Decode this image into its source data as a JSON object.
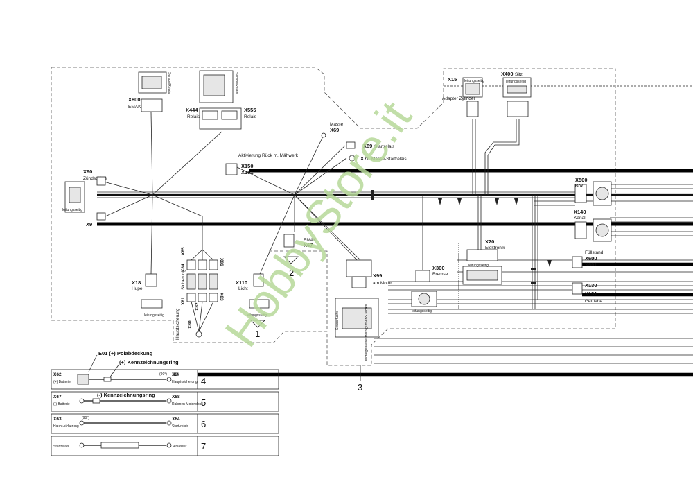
{
  "watermark": "HobbyStore.it",
  "connectors": {
    "x800": {
      "id": "X800",
      "name": "EMAK",
      "tag": "Sensor/Relais"
    },
    "x444": {
      "id": "X444",
      "name": "Relais"
    },
    "x555": {
      "id": "X555",
      "name": "Relais"
    },
    "x90": {
      "id": "X90",
      "name": "Zündschloß",
      "tag": "leitungsseitig"
    },
    "x9": {
      "id": "X9"
    },
    "x69": {
      "id": "X69",
      "name": "Masse"
    },
    "x89": {
      "id": "X89",
      "name": "Startrelais"
    },
    "x70": {
      "id": "X70",
      "name": "Masse-Startrelais"
    },
    "x150": {
      "id": "X150",
      "name": "Aktivierung Rück m. Mähwerk"
    },
    "x151": {
      "id": "X151"
    },
    "x15": {
      "id": "X15",
      "name": "Adapter Zylinder",
      "tag": "leitungsseitig"
    },
    "x400": {
      "id": "X400",
      "name": "Sitz",
      "tag": "leitungsseitig"
    },
    "x500": {
      "id": "X500",
      "name": "Box"
    },
    "x140": {
      "id": "X140",
      "name": "Kanal"
    },
    "x18": {
      "id": "X18",
      "name": "Hupe",
      "tag": "leitungsseitig"
    },
    "x85": {
      "id": "X85"
    },
    "x84": {
      "id": "X84"
    },
    "x86": {
      "id": "X86"
    },
    "x81": {
      "id": "X81"
    },
    "x82": {
      "id": "X82"
    },
    "x83": {
      "id": "X83"
    },
    "x80": {
      "id": "X80"
    },
    "sicherung": "Sicherung",
    "hauptsicherung": "Hauptsicherung",
    "x110": {
      "id": "X110",
      "name": "Licht",
      "tag": "leitungsseitig"
    },
    "x67": {
      "id": "X67",
      "name": "EMAK"
    },
    "x99": {
      "id": "X99",
      "name": "am Motor",
      "tag": "Sensorfuchs",
      "side": "Motorgehäuse Motorgurt/ABS rechts"
    },
    "x300": {
      "id": "X300",
      "name": "Bremse",
      "tag": "leitungsseitig"
    },
    "x20": {
      "id": "X20",
      "name": "Elektronik",
      "tag": "leitungsseitig"
    },
    "x600": {
      "id": "X600",
      "name": "Füllstand"
    },
    "x601": {
      "id": "X601"
    },
    "x130": {
      "id": "X130"
    },
    "x131": {
      "id": "X131",
      "name": "Getriebe"
    },
    "x4": {
      "id": "X4"
    }
  },
  "callouts": [
    "1",
    "2",
    "3"
  ],
  "legend": {
    "e01": "E01 (+) Polabdeckung",
    "ring_plus": "(+) Kennzeichnungsring",
    "ring_minus": "(-) Kennzeichnungsring",
    "rows": [
      {
        "num": "4",
        "left_id": "X62",
        "left_name": "(+) Batterie",
        "right_id": "X6",
        "right_name": "Haupt-sicherung",
        "angle": "(90°)"
      },
      {
        "num": "5",
        "left_id": "X67",
        "left_name": "(-) Batterie",
        "right_id": "X68",
        "right_name": "Rahmen Motorblock",
        "angle": ""
      },
      {
        "num": "6",
        "left_id": "X63",
        "left_name": "Haupt-sicherung",
        "right_id": "X64",
        "right_name": "Start-relais",
        "angle": "(90°)"
      },
      {
        "num": "7",
        "left_id": "",
        "left_name": "Startrelais",
        "right_id": "",
        "right_name": "Anlasser",
        "angle": ""
      }
    ]
  }
}
